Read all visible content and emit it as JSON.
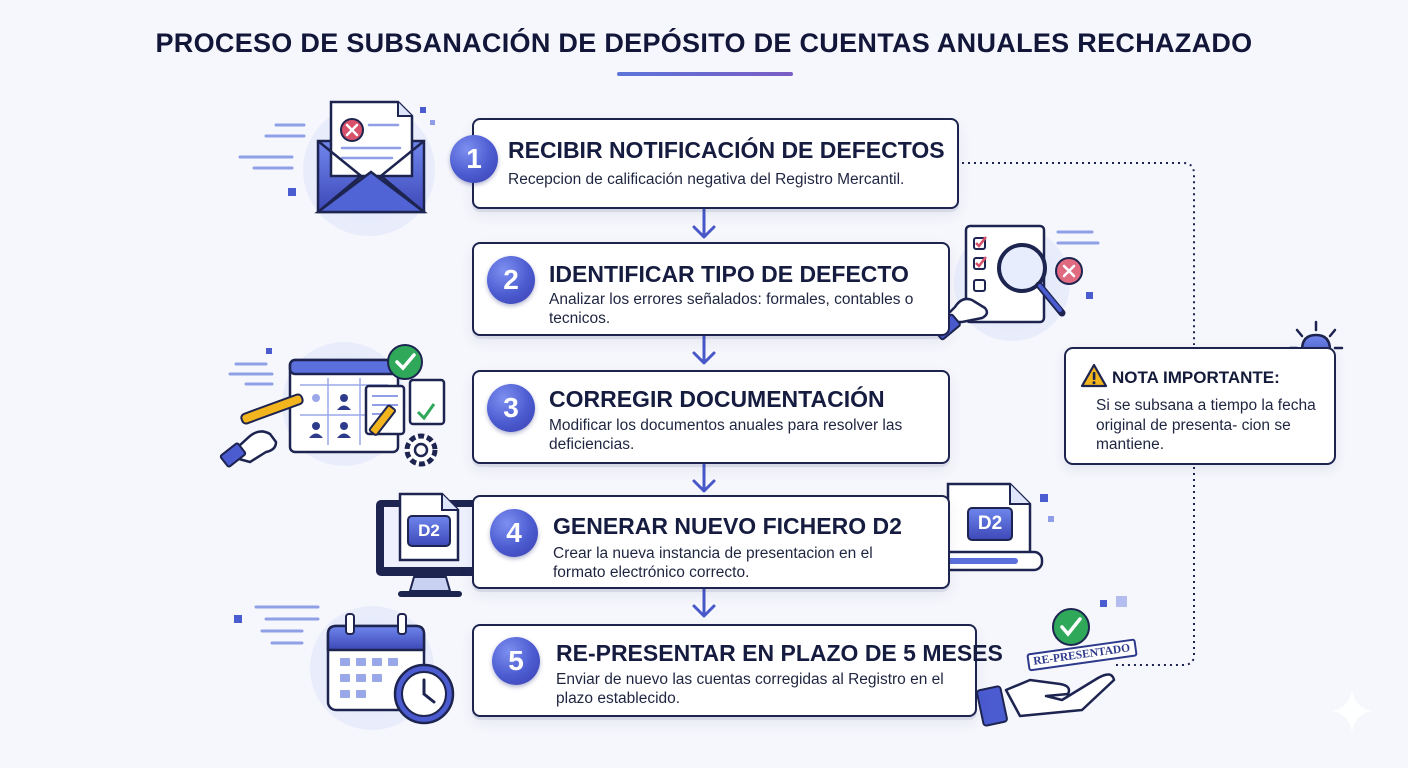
{
  "title": "PROCESO DE SUBSANACIÓN DE DEPÓSITO DE CUENTAS ANUALES RECHAZADO",
  "colors": {
    "navy": "#1d2450",
    "accent": "#4b5bd0",
    "accent_light": "#e3e8fb",
    "error": "#d8506a",
    "success": "#2fa85a",
    "warning": "#f2b51e"
  },
  "steps": [
    {
      "number": "1",
      "title": "RECIBIR NOTIFICACIÓN DE DEFECTOS",
      "description": "Recepcion de calificación negativa del Registro Mercantil.",
      "icon": "envelope-rejected-icon"
    },
    {
      "number": "2",
      "title": "IDENTIFICAR TIPO DE DEFECTO",
      "description": "Analizar los errores señalados: formales, contables o tecnicos.",
      "icon": "checklist-magnifier-icon"
    },
    {
      "number": "3",
      "title": "CORREGIR DOCUMENTACIÓN",
      "description": "Modificar los documentos anuales para resolver las deficiencias.",
      "icon": "spreadsheet-edit-icon"
    },
    {
      "number": "4",
      "title": "GENERAR NUEVO FICHERO D2",
      "description": "Crear la nueva instancia de presentacion en el formato electrónico correcto.",
      "icon": "d2-file-icon"
    },
    {
      "number": "5",
      "title": "RE-PRESENTAR EN PLAZO DE 5 MESES",
      "description": "Enviar de nuevo las cuentas corregidas al Registro en el plazo establecido.",
      "icon": "calendar-clock-icon"
    }
  ],
  "note": {
    "title": "NOTA IMPORTANTE:",
    "text": "Si se subsana a tiempo la fecha original de presenta- cion se mantiene.",
    "icon": "warning-icon"
  },
  "badges": {
    "d2": "D2",
    "stamp": "RE-PRESENTADO"
  }
}
